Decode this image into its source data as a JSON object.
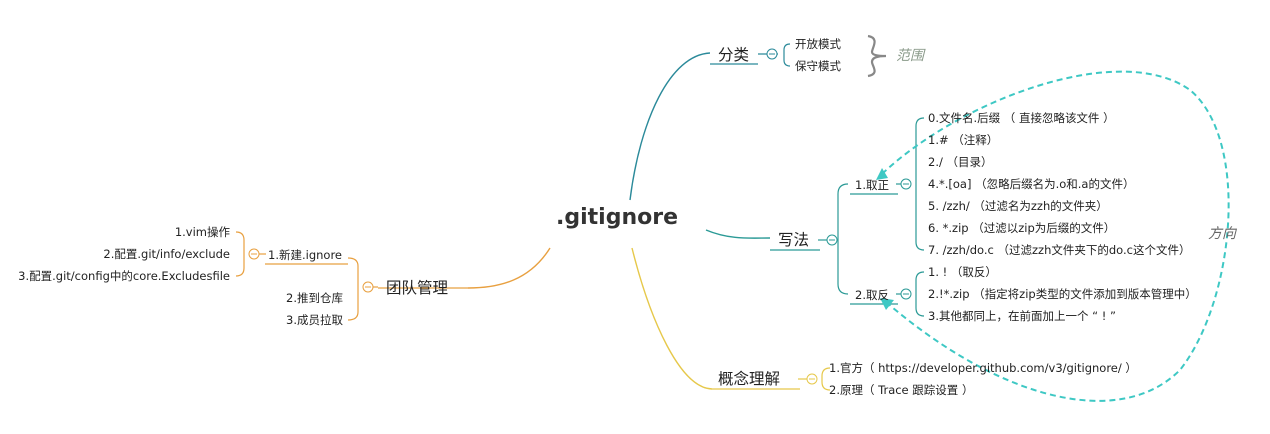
{
  "root": {
    "label": ".gitignore"
  },
  "branches": {
    "category": {
      "label": "分类",
      "items": [
        "开放模式",
        "保守模式"
      ],
      "range_note": "范围"
    },
    "syntax": {
      "label": "写法",
      "positive": {
        "label": "1.取正",
        "items": [
          "0.文件名.后缀 （ 直接忽略该文件 ）",
          "1.# （注释）",
          "2./ （目录）",
          "4.*.[oa] （忽略后缀名为.o和.a的文件）",
          "5. /zzh/ （过滤名为zzh的文件夹）",
          "6. *.zip （过滤以zip为后缀的文件）",
          "7. /zzh/do.c （过滤zzh文件夹下的do.c这个文件）"
        ]
      },
      "negative": {
        "label": "2.取反",
        "items": [
          "1. ! （取反）",
          "2.!*.zip （指定将zip类型的文件添加到版本管理中）",
          "3.其他都同上，在前面加上一个 “ ! ”"
        ]
      },
      "direction_note": "方向"
    },
    "concept": {
      "label": "概念理解",
      "items": [
        "1.官方（ https://developer.github.com/v3/gitignore/ ）",
        "2.原理（ Trace 跟踪设置 ）"
      ]
    },
    "team": {
      "label": "团队管理",
      "new_ignore": {
        "label": "1.新建.ignore",
        "items": [
          "1.vim操作",
          "2.配置.git/info/exclude",
          "3.配置.git/config中的core.Excludesfile"
        ]
      },
      "items": [
        "2.推到仓库",
        "3.成员拉取"
      ]
    }
  },
  "colors": {
    "category": "#2b8a9a",
    "syntax": "#2b9a96",
    "concept": "#e6c84a",
    "team": "#e8a040",
    "direction_arrow": "#3ec8c4"
  }
}
